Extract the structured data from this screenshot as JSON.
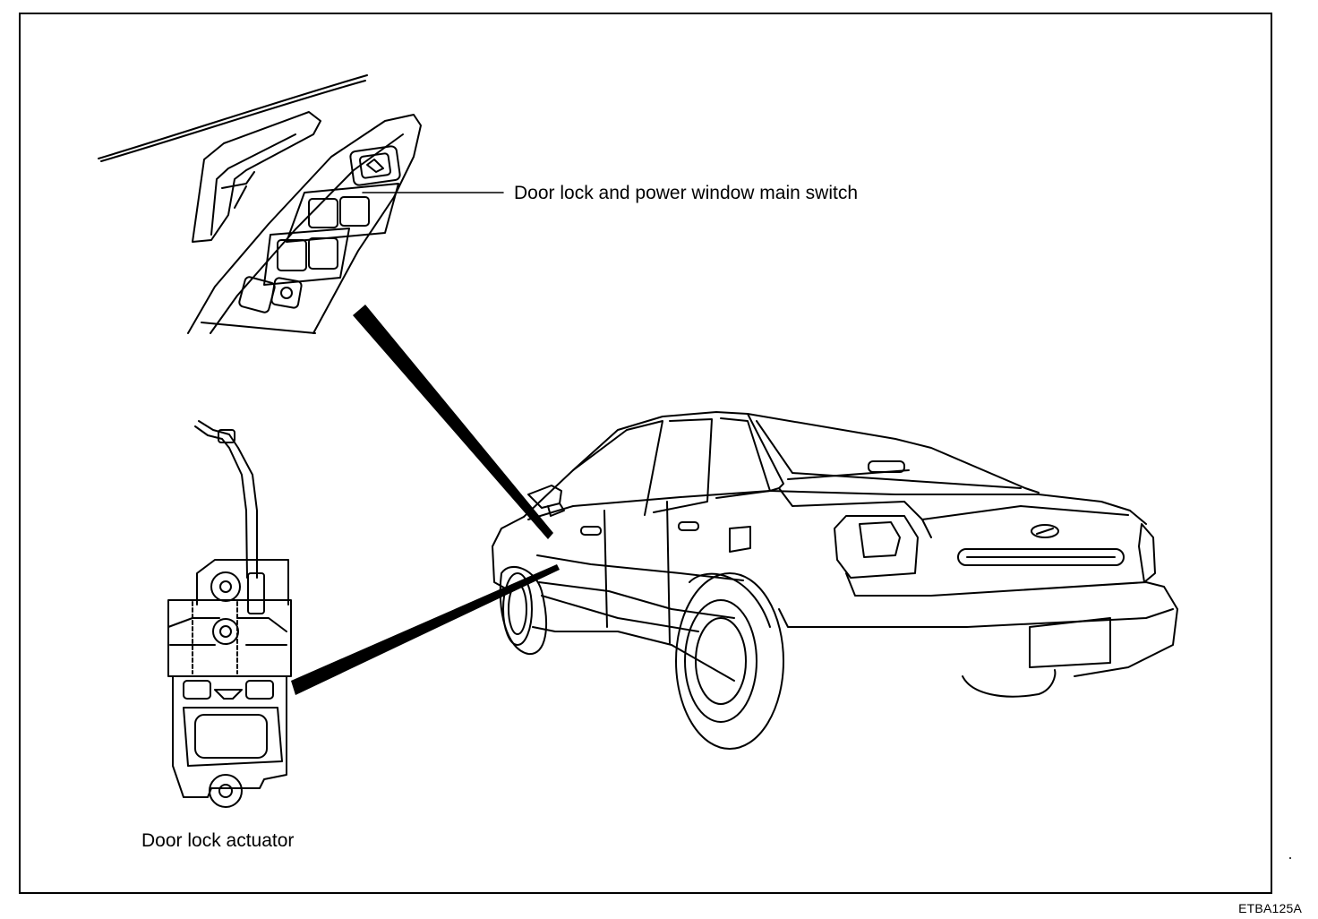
{
  "labels": {
    "main_switch": "Door lock and power window main switch",
    "actuator": "Door lock actuator"
  },
  "figure_code": "ETBA125A",
  "colors": {
    "line": "#000000",
    "background": "#ffffff"
  }
}
